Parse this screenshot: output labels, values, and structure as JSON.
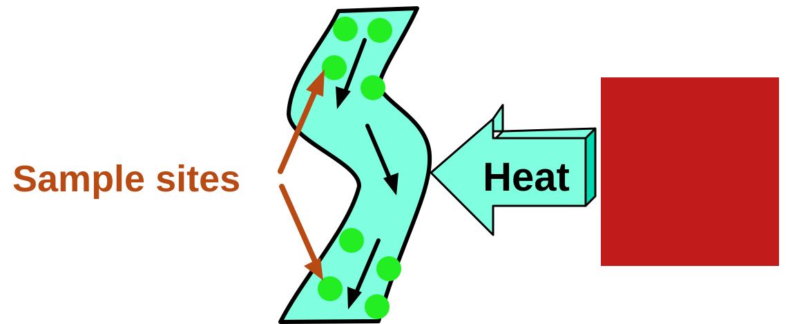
{
  "labels": {
    "sample_sites": "Sample sites",
    "heat": "Heat"
  },
  "colors": {
    "channel_fill": "#80ffe0",
    "channel_stroke": "#000000",
    "sample_dot": "#22ee22",
    "pointer_arrow": "#b84a14",
    "label_text": "#b84a14",
    "heat_arrow_fill": "#80ffe0",
    "heat_arrow_side": "#00d9b0",
    "heat_source": "#c21b1b",
    "flow_arrow": "#000000"
  },
  "icons": {
    "heat_source": "red-square",
    "heat_arrow": "3d-left-arrow",
    "flow": "down-arrow"
  }
}
